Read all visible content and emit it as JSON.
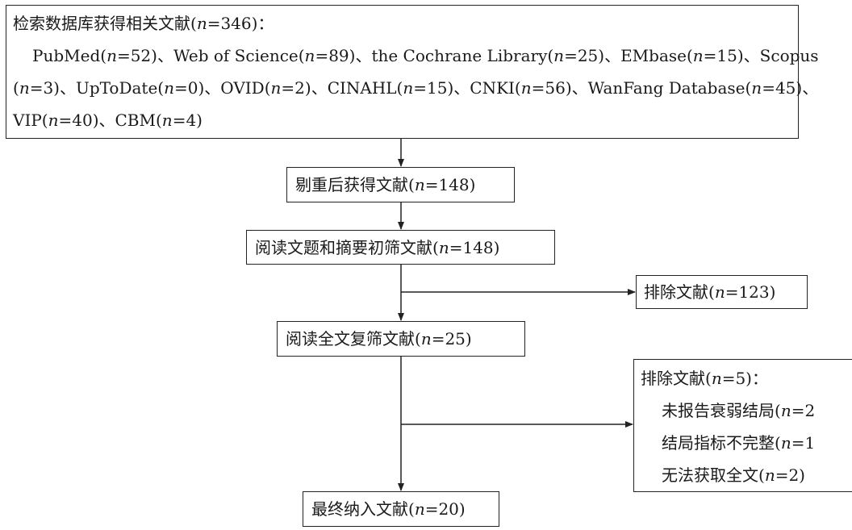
{
  "top_box": {
    "line1_prefix": "检索数据库获得相关文献(",
    "line1_suffix": "=346)：",
    "line2": [
      {
        "t": "PubMed("
      },
      {
        "t": "n",
        "i": true
      },
      {
        "t": "=52)、Web of Science("
      },
      {
        "t": "n",
        "i": true
      },
      {
        "t": "=89)、the Cochrane Library("
      },
      {
        "t": "n",
        "i": true
      },
      {
        "t": "=25)、EMbase("
      },
      {
        "t": "n",
        "i": true
      },
      {
        "t": "=15)、Scopus"
      }
    ],
    "line3": [
      {
        "t": "("
      },
      {
        "t": "n",
        "i": true
      },
      {
        "t": "=3)、UpToDate("
      },
      {
        "t": "n",
        "i": true
      },
      {
        "t": "=0)、OVID("
      },
      {
        "t": "n",
        "i": true
      },
      {
        "t": "=2)、CINAHL("
      },
      {
        "t": "n",
        "i": true
      },
      {
        "t": "=15)、CNKI("
      },
      {
        "t": "n",
        "i": true
      },
      {
        "t": "=56)、WanFang Database("
      },
      {
        "t": "n",
        "i": true
      },
      {
        "t": "=45)、"
      }
    ],
    "line4": [
      {
        "t": "VIP("
      },
      {
        "t": "n",
        "i": true
      },
      {
        "t": "=40)、CBM("
      },
      {
        "t": "n",
        "i": true
      },
      {
        "t": "=4)"
      }
    ]
  },
  "dedup_box": {
    "prefix": "剔重后获得文献(",
    "suffix": "=148)"
  },
  "screen_box": {
    "prefix": "阅读文题和摘要初筛文献(",
    "suffix": "=148)"
  },
  "exclude1_box": {
    "prefix": "排除文献(",
    "suffix": "=123)"
  },
  "fulltext_box": {
    "prefix": "阅读全文复筛文献(",
    "suffix": "=25)"
  },
  "exclude2_box": {
    "title_prefix": "排除文献(",
    "title_suffix": "=5)：",
    "reasons": [
      {
        "prefix": "未报告衰弱结局(",
        "suffix": "=2"
      },
      {
        "prefix": "结局指标不完整(",
        "suffix": "=1"
      },
      {
        "prefix": "无法获取全文(",
        "suffix": "=2)"
      }
    ]
  },
  "final_box": {
    "prefix": "最终纳入文献(",
    "suffix": "=20)"
  },
  "n_symbol": "n"
}
